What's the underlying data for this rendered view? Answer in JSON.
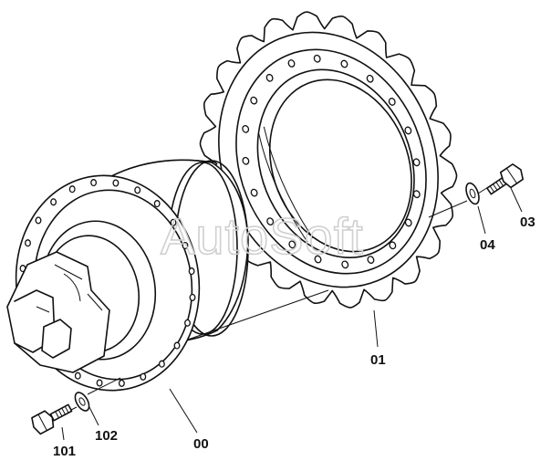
{
  "watermark": "AutoSoft",
  "callouts": {
    "p00": "00",
    "p01": "01",
    "p03": "03",
    "p04": "04",
    "p101": "101",
    "p102": "102"
  }
}
